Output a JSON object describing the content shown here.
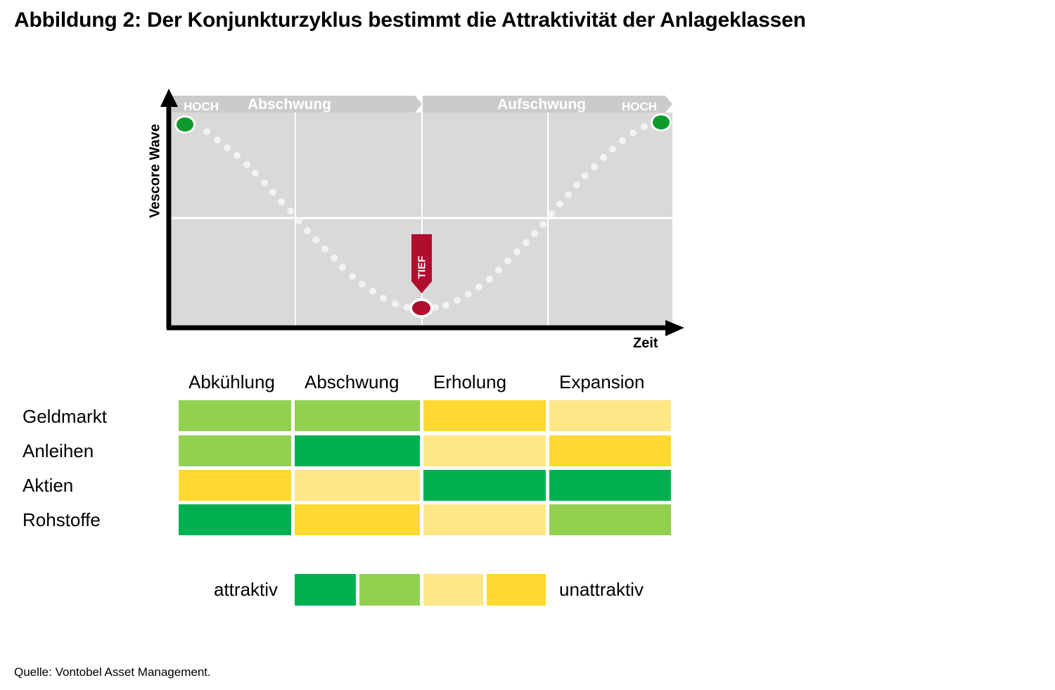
{
  "title": "Abbildung 2: Der Konjunkturzyklus bestimmt die Attraktivität der Anlageklassen",
  "diagram": {
    "y_axis_label": "Vescore Wave",
    "x_axis_label": "Zeit",
    "banner_left": {
      "hoch": "HOCH",
      "phase": "Abschwung"
    },
    "banner_right": {
      "phase": "Aufschwung",
      "hoch": "HOCH"
    },
    "trough_label": "TIEF",
    "colors": {
      "plot_background": "#d9d9d9",
      "banner": "#cbcbcb",
      "peak_marker": "#0e9a2b",
      "trough_marker": "#b00d2f",
      "dots": "#f2f2f2"
    }
  },
  "matrix": {
    "columns": [
      "Abkühlung",
      "Abschwung",
      "Erholung",
      "Expansion"
    ],
    "rows": [
      {
        "label": "Geldmarkt",
        "ratings": [
          2,
          2,
          4,
          3
        ]
      },
      {
        "label": "Anleihen",
        "ratings": [
          2,
          1,
          3,
          4
        ]
      },
      {
        "label": "Aktien",
        "ratings": [
          4,
          3,
          1,
          1
        ]
      },
      {
        "label": "Rohstoffe",
        "ratings": [
          1,
          4,
          3,
          2
        ]
      }
    ],
    "rating_colors": {
      "1": "#00b050",
      "2": "#92d050",
      "3": "#ffe788",
      "4": "#ffd932"
    }
  },
  "legend": {
    "left_label": "attraktiv",
    "right_label": "unattraktiv",
    "scale": [
      {
        "rating": 1,
        "color": "#00b050"
      },
      {
        "rating": 2,
        "color": "#92d050"
      },
      {
        "rating": 3,
        "color": "#ffe788"
      },
      {
        "rating": 4,
        "color": "#ffd932"
      }
    ]
  },
  "source": "Quelle: Vontobel Asset Management."
}
